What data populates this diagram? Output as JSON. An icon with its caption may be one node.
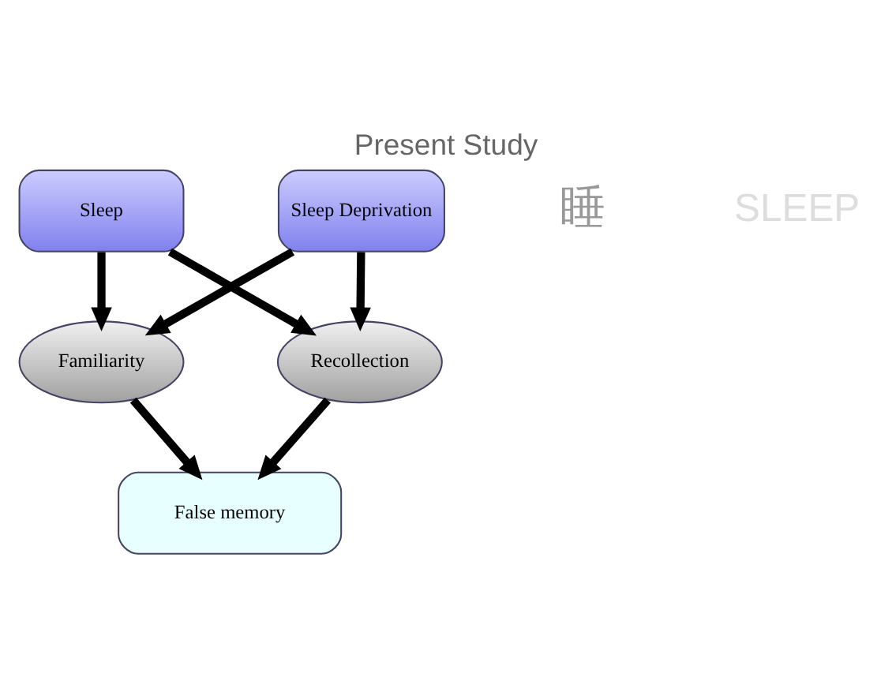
{
  "diagram": {
    "title": "Present Study",
    "nodes": [
      {
        "text": [
          "Sleep"
        ]
      },
      {
        "text": [
          "Sleep Deprivation"
        ]
      },
      {
        "text": [
          "Familiarity"
        ]
      },
      {
        "text": [
          "Recollection"
        ]
      },
      {
        "text": [
          "False memory"
        ]
      }
    ],
    "edges": [
      {
        "from": 0,
        "to": 2,
        "arrow": "to"
      },
      {
        "from": 0,
        "to": 3,
        "arrow": "to"
      },
      {
        "from": 1,
        "to": 2,
        "arrow": "to"
      },
      {
        "from": 1,
        "to": 3,
        "arrow": "to"
      },
      {
        "from": 2,
        "to": 4,
        "arrow": "to"
      },
      {
        "from": 3,
        "to": 4,
        "arrow": "to"
      }
    ],
    "labels": [
      "睡",
      "SLEEP"
    ]
  }
}
